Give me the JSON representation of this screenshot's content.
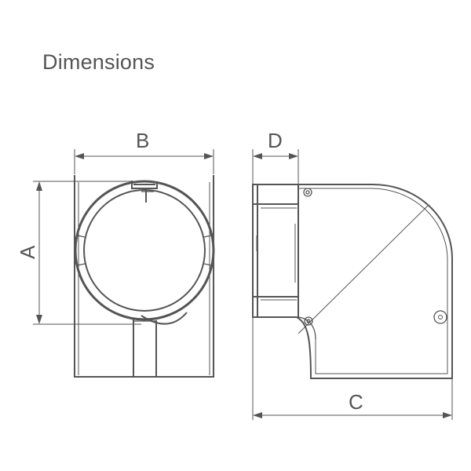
{
  "title": "Dimensions",
  "labels": {
    "a": "A",
    "b": "B",
    "c": "C",
    "d": "D"
  }
}
